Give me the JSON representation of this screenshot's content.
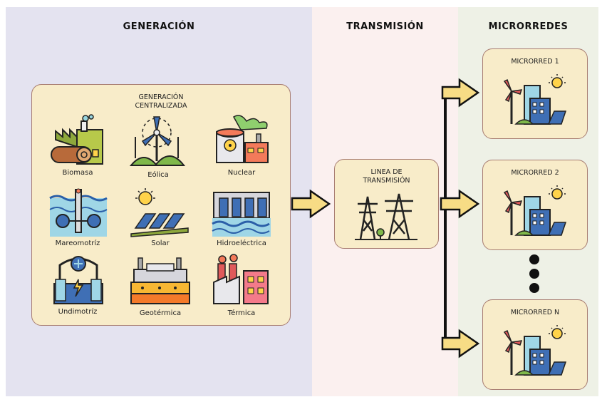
{
  "columns": {
    "generation": "GENERACIÓN",
    "transmission": "TRANSMISIÓN",
    "microgrids": "MICRORREDES"
  },
  "generation": {
    "title_line1": "GENERACIÓN",
    "title_line2": "CENTRALIZADA",
    "sources": [
      "Biomasa",
      "Eólica",
      "Nuclear",
      "Mareomotríz",
      "Solar",
      "Hidroeléctrica",
      "Undimotríz",
      "Geotérmica",
      "Térmica"
    ]
  },
  "transmission": {
    "title_line1": "LINEA DE",
    "title_line2": "TRANSMISIÓN"
  },
  "microgrids": [
    "MICRORRED 1",
    "MICRORRED 2",
    "MICRORRED N"
  ],
  "colors": {
    "generation_bg": "#e4e3f0",
    "transmission_bg": "#fbf0ef",
    "microgrids_bg": "#eef1e6",
    "card_fill": "#f8ecc9",
    "card_border": "#a87d72",
    "arrow_fill": "#f7dc85"
  }
}
